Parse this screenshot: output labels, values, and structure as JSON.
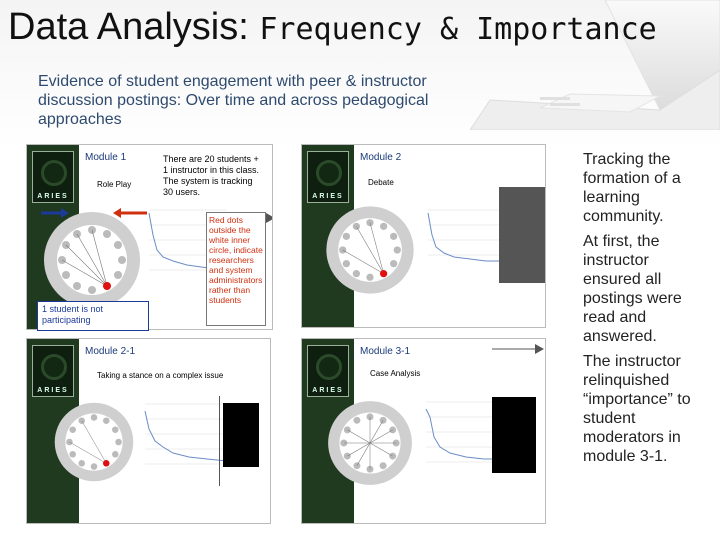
{
  "title": {
    "main": "Data Analysis:",
    "sub": "Frequency & Importance"
  },
  "subtitle": "Evidence of student engagement with peer & instructor discussion postings: Over time and across pedagogical approaches",
  "logo_text": "ARIES",
  "panels": [
    {
      "module": "Module 1",
      "caption": "Role Play"
    },
    {
      "module": "Module 2",
      "caption": "Debate"
    },
    {
      "module": "Module 2-1",
      "caption": "Taking a stance on a complex issue"
    },
    {
      "module": "Module 3-1",
      "caption": "Case Analysis"
    }
  ],
  "notes": {
    "students": "There are 20 students + 1 instructor in this class. The system is tracking 30 users.",
    "red_dots": "Red dots outside the white inner circle, indicate researchers and system administrators rather than students",
    "not_participating": "1 student is not participating"
  },
  "right_text": [
    "Tracking the formation of a learning community.",
    "At first, the instructor ensured all postings were read and answered.",
    "The instructor relinquished “importance” to student moderators in module 3-1."
  ],
  "colors": {
    "accent_blue": "#1b3a9a",
    "accent_red": "#d03010",
    "sidebar_green": "#1f3a1e",
    "subtitle_blue": "#2e4a6e"
  },
  "icons": [
    "laptop-icon",
    "aries-logo-icon",
    "arrow-right-icon",
    "arrow-left-icon"
  ]
}
